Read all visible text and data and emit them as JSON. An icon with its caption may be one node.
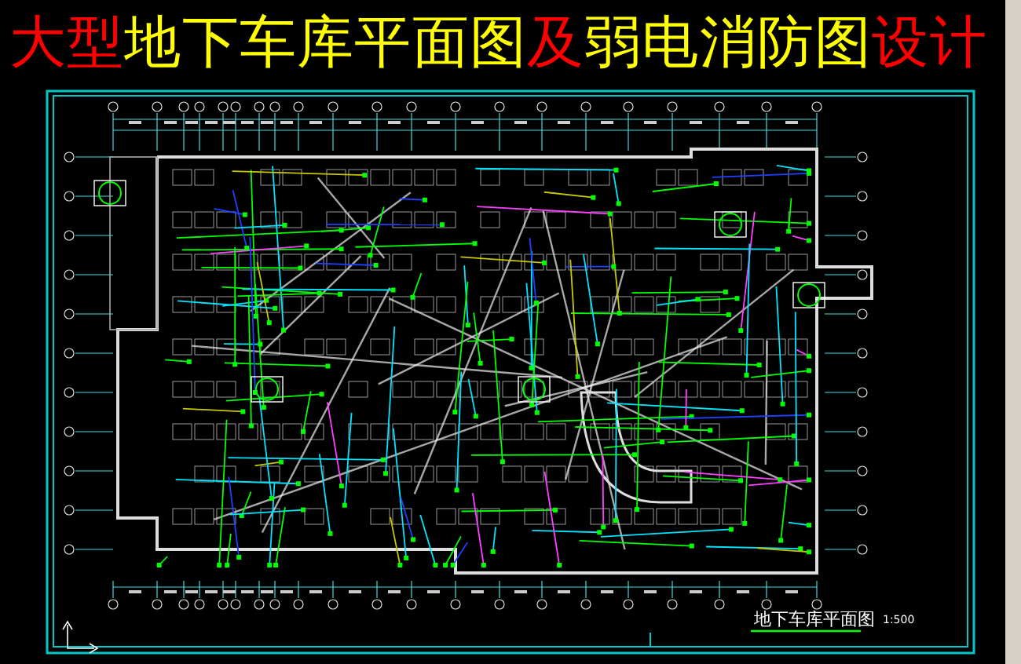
{
  "diagram": {
    "title": "大型地下车库平面图及弱电消防图设计",
    "caption": "地下车库平面图",
    "labels": [
      "1:500"
    ]
  }
}
